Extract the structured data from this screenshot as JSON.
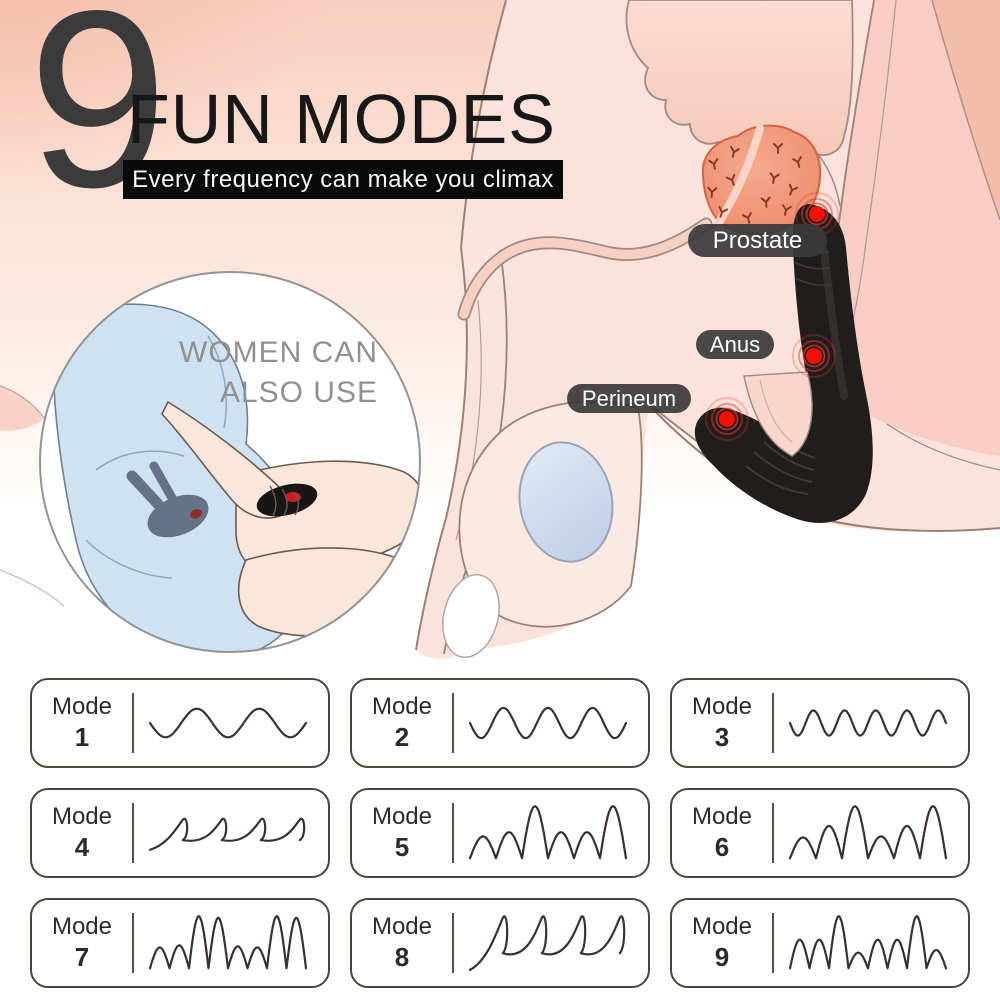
{
  "header": {
    "count": "9",
    "title": "FUN MODES",
    "tagline": "Every frequency can make you climax"
  },
  "anatomy": {
    "labels": {
      "prostate": "Prostate",
      "anus": "Anus",
      "perineum": "Perineum"
    },
    "pulse_points": [
      "prostate",
      "anus",
      "perineum"
    ]
  },
  "callout": {
    "line1": "WOMEN CAN",
    "line2": "ALSO USE"
  },
  "modes": [
    {
      "label": "Mode",
      "number": "1",
      "wave": {
        "type": "sine",
        "cycles": 2.5,
        "amp": 0.17
      }
    },
    {
      "label": "Mode",
      "number": "2",
      "wave": {
        "type": "sine",
        "cycles": 3.5,
        "amp": 0.18
      }
    },
    {
      "label": "Mode",
      "number": "3",
      "wave": {
        "type": "sine",
        "cycles": 5,
        "amp": 0.15
      }
    },
    {
      "label": "Mode",
      "number": "4",
      "wave": {
        "type": "saw",
        "ramps": 4,
        "base": 0.7,
        "height": 0.36
      }
    },
    {
      "label": "Mode",
      "number": "5",
      "wave": {
        "type": "bumps",
        "amps": [
          0.42,
          0.5,
          1,
          0.5,
          0.5,
          1
        ]
      }
    },
    {
      "label": "Mode",
      "number": "6",
      "wave": {
        "type": "bumps",
        "amps": [
          0.4,
          0.62,
          1,
          0.42,
          0.62,
          1
        ]
      }
    },
    {
      "label": "Mode",
      "number": "7",
      "wave": {
        "type": "bumps",
        "amps": [
          0.4,
          0.44,
          1,
          0.97,
          0.42,
          0.4,
          1,
          0.97
        ]
      }
    },
    {
      "label": "Mode",
      "number": "8",
      "wave": {
        "type": "saw",
        "ramps": 4,
        "base": 0.82,
        "height": 0.62
      }
    },
    {
      "label": "Mode",
      "number": "9",
      "wave": {
        "type": "bumps",
        "amps": [
          0.55,
          0.55,
          1,
          0.3,
          0.55,
          0.55,
          1,
          0.35
        ]
      }
    }
  ],
  "colors": {
    "accent_red": "#f61000",
    "pulse_ring": "#e8392b",
    "device_black": "#201d1d",
    "body_pink": "#fbe3dc",
    "deep_pink": "#f8cdc3",
    "outline_brown": "#9b8078",
    "prostate_fill": "#f09a7d",
    "testicle_blue": "#cfdaee",
    "label_bg": "#3a3a3a",
    "wave_stroke": "#383130",
    "callout_gray": "#909090"
  }
}
